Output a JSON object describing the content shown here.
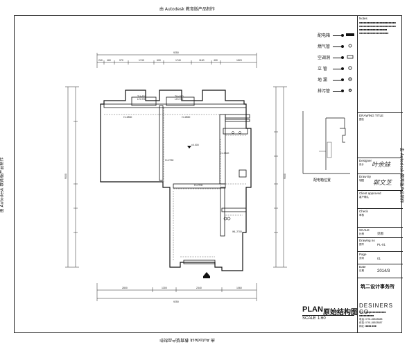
{
  "watermark": "由 Autodesk 教育版产品制作",
  "legend": [
    {
      "label": "配电箱",
      "icon": "electric-box-icon"
    },
    {
      "label": "燃气管",
      "icon": "gas-pipe-icon"
    },
    {
      "label": "空调洞",
      "icon": "ac-hole-icon"
    },
    {
      "label": "立  管",
      "icon": "riser-icon"
    },
    {
      "label": "地  漏",
      "icon": "floor-drain-icon"
    },
    {
      "label": "排污管",
      "icon": "sewage-pipe-icon"
    }
  ],
  "dimensions": {
    "top_total": "9250",
    "top_segments": [
      "240",
      "460",
      "970",
      "1740",
      "600",
      "1740",
      "1160",
      "400",
      "1520"
    ],
    "bottom_segments": [
      "2800",
      "1300",
      "2340",
      "1060"
    ],
    "bottom_total": "9250",
    "left_total": "9000",
    "right_total": "9000"
  },
  "rooms": {
    "window1": "TH=820\nLH=700",
    "window2": "TH=820\nLH=700",
    "ceiling1": "H=2850",
    "ceiling2": "H=2850",
    "level_mark": "±0.000",
    "beam1": "H=2750",
    "beam2": "H=2700",
    "beam3": "H=2800",
    "room_label": "WL 2700"
  },
  "meter": {
    "caption": "配电箱位置"
  },
  "title_block": {
    "notes_header": "Notes",
    "notes_body": [
      "■■■■■■■■■■■■■■■■■■■■■■■■■",
      "■■■■■■■■■■■■■■■■■■■■■■■■■",
      "■■■■■■■■■■■■■■■■■■■",
      "■■■■■■■■■■■■■■■■■■■■"
    ],
    "drawing_title_label": "DRAWING TITLE",
    "drawing_title_cn": "图名",
    "designer_label": "Designer",
    "designer_cn": "设计",
    "designer_sig": "叶余妹",
    "draw_label": "Draw By",
    "draw_cn": "制图",
    "draw_sig": "郭文芝",
    "client_label": "Client approved",
    "client_cn": "客户确认",
    "check_label": "Check",
    "check_cn": "审核",
    "scale_label": "SCALE",
    "scale_cn": "比例",
    "scale_value": "见图",
    "drawing_no_label": "Drawing no",
    "drawing_no_cn": "图号",
    "drawing_no_value": "PL-01",
    "page_label": "Page",
    "page_cn": "页码",
    "page_value": "01",
    "date_label": "Date",
    "date_cn": "日期",
    "date_value": "2014/3"
  },
  "company": {
    "logo_text": "筑二设计事务所",
    "name_en": "DESINERS CO.",
    "line1": "地址: ■■■■■■■■■■■■■■",
    "line2": "■■■■■■■■■■",
    "tel": "电话: 0791-88528888",
    "fax": "传真: 0791-88528887",
    "web": "网址: ■■■■.■■■"
  },
  "title": {
    "plan": "PLAN",
    "cn": "原始结构图",
    "scale_label": "SCALE",
    "scale_value": "1:60"
  }
}
